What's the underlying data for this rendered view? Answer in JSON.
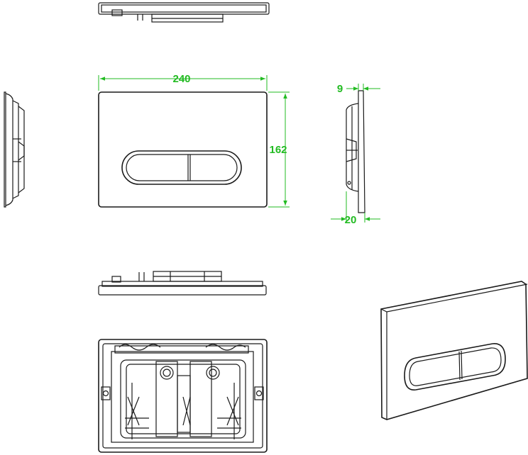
{
  "dimensions": {
    "width": "240",
    "height": "162",
    "depth_plate": "9",
    "depth_total": "20"
  },
  "colors": {
    "line": "#1a1a1a",
    "dimension": "#22bb22",
    "background": "#ffffff"
  }
}
